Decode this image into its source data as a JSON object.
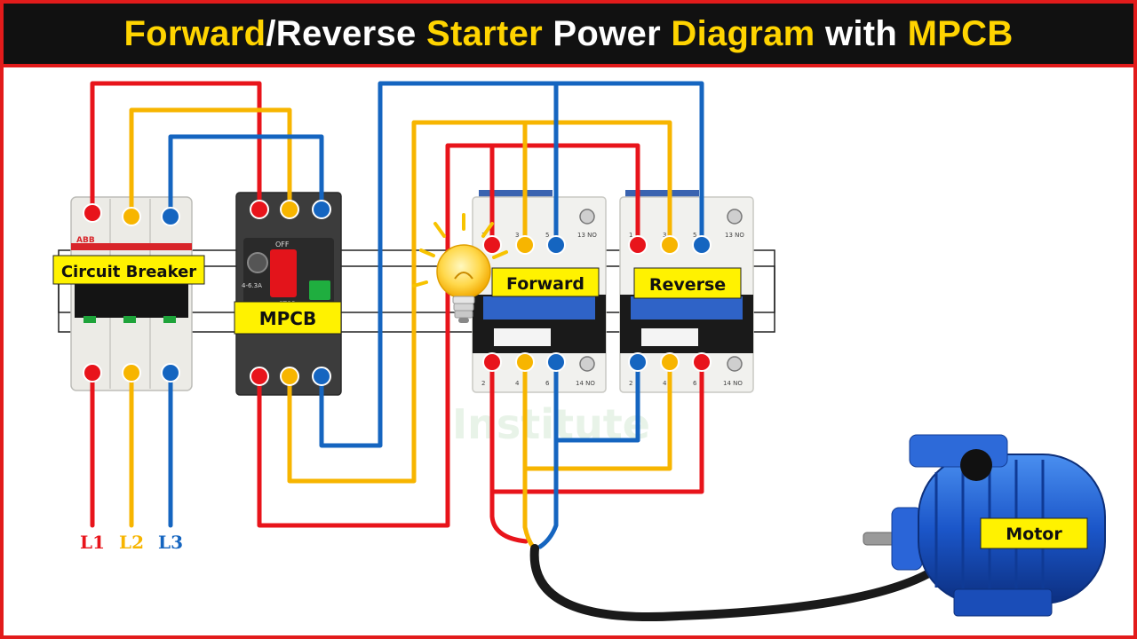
{
  "title": {
    "parts": [
      {
        "text": "Forward",
        "color": "yellow"
      },
      {
        "text": "/Reverse ",
        "color": "white"
      },
      {
        "text": "Starter",
        "color": "yellow"
      },
      {
        "text": " Power ",
        "color": "white"
      },
      {
        "text": "Diagram",
        "color": "yellow"
      },
      {
        "text": " with ",
        "color": "white"
      },
      {
        "text": "MPCB",
        "color": "yellow"
      }
    ]
  },
  "labels": {
    "circuit_breaker": "Circuit Breaker",
    "mpcb": "MPCB",
    "forward": "Forward",
    "reverse": "Reverse",
    "motor": "Motor"
  },
  "device_marks": {
    "breaker_brand": "ABB",
    "mpcb_off": "OFF",
    "mpcb_stop": "STOP",
    "mpcb_range": "4-6.3A",
    "contactor_top_terminals": [
      "1",
      "3",
      "5",
      "13 NO"
    ],
    "contactor_bottom_terminals": [
      "2",
      "4",
      "6",
      "14 NO"
    ],
    "watermark": "Institute"
  },
  "phases": [
    {
      "name": "L1",
      "color": "#e8141b"
    },
    {
      "name": "L2",
      "color": "#f7b500"
    },
    {
      "name": "L3",
      "color": "#1565c0"
    }
  ],
  "colors": {
    "red": "#e8141b",
    "yellow": "#f7b500",
    "blue": "#1565c0",
    "label_bg": "#fff200",
    "title_bg": "#111111",
    "title_accent": "#ffd400"
  }
}
